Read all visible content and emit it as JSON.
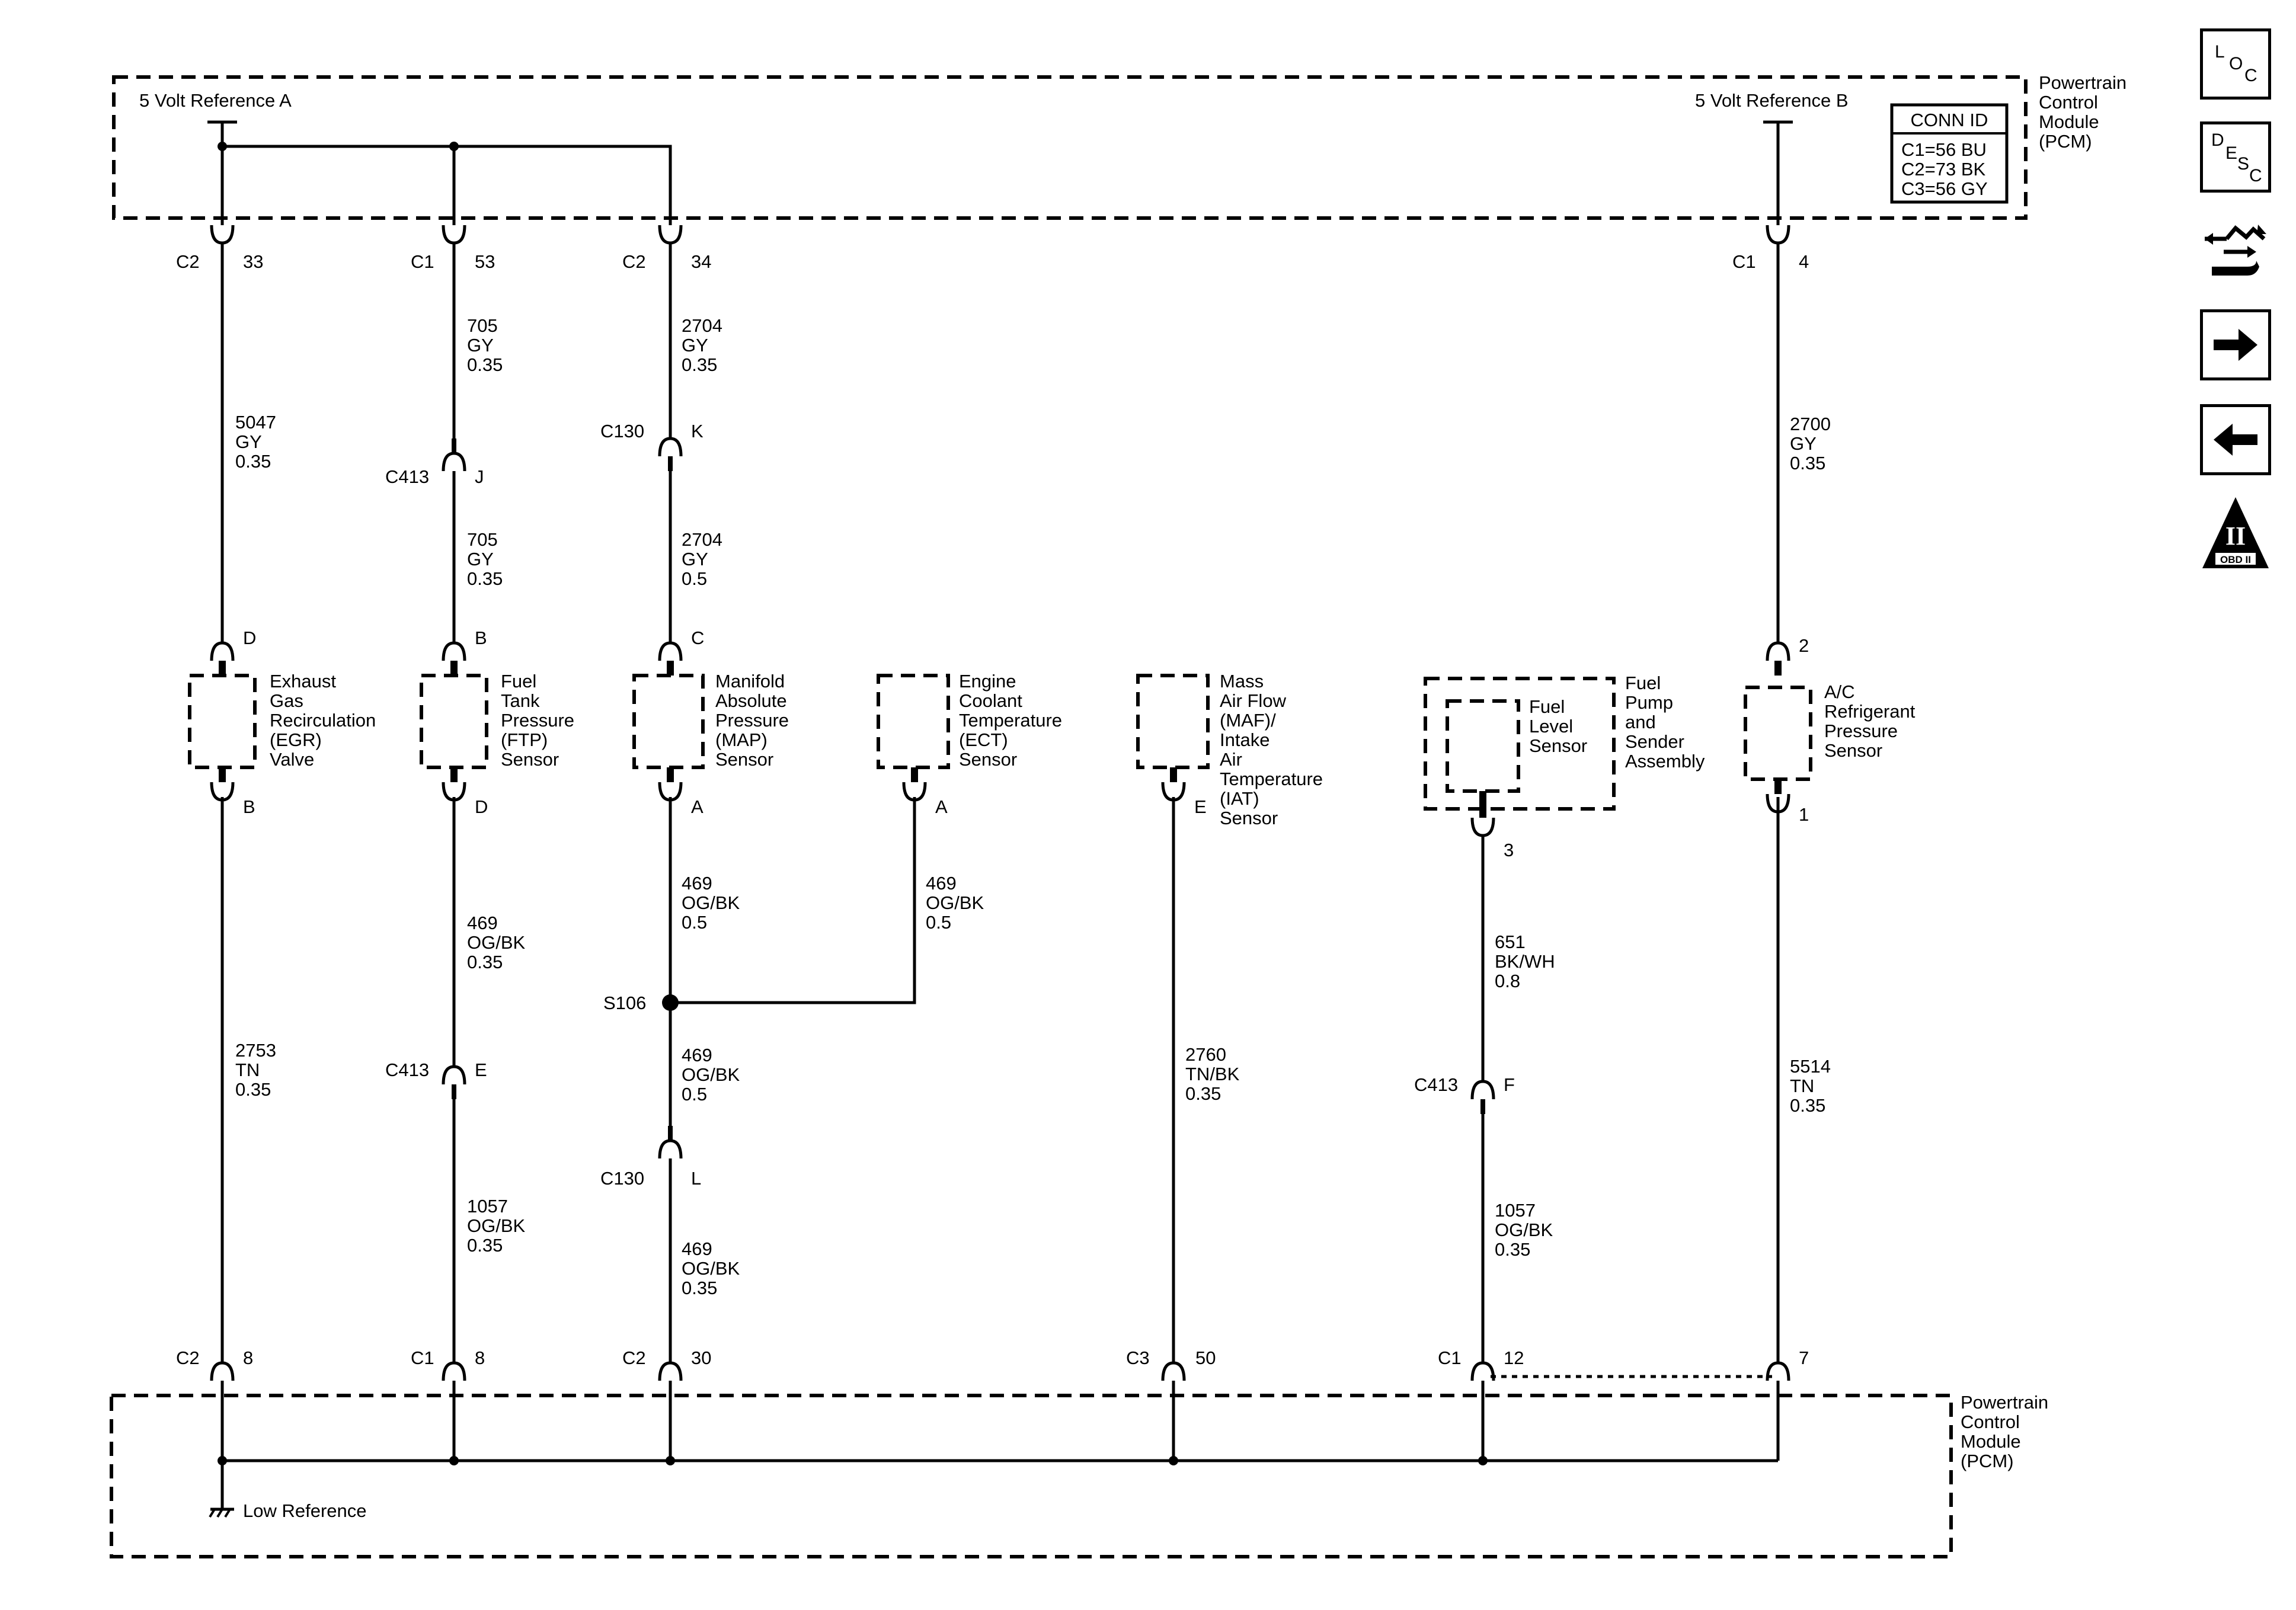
{
  "pcm_top": {
    "name": [
      "Powertrain",
      "Control",
      "Module",
      "(PCM)"
    ],
    "ref_a": "5 Volt Reference A",
    "ref_b": "5 Volt Reference B",
    "conn_id": {
      "title": "CONN ID",
      "rows": [
        "C1=56 BU",
        "C2=73 BK",
        "C3=56 GY"
      ]
    }
  },
  "pcm_bottom": {
    "name": [
      "Powertrain",
      "Control",
      "Module",
      "(PCM)"
    ],
    "low_ref": "Low Reference"
  },
  "top_pins": [
    {
      "conn": "C2",
      "pin": "33"
    },
    {
      "conn": "C1",
      "pin": "53"
    },
    {
      "conn": "C2",
      "pin": "34"
    },
    {
      "conn": "C1",
      "pin": "4"
    }
  ],
  "bottom_pins": [
    {
      "conn": "C2",
      "pin": "8"
    },
    {
      "conn": "C1",
      "pin": "8"
    },
    {
      "conn": "C2",
      "pin": "30"
    },
    {
      "conn": "C3",
      "pin": "50"
    },
    {
      "conn": "C1",
      "pin": "12"
    },
    {
      "conn": "",
      "pin": "7"
    }
  ],
  "wires": [
    [
      "5047",
      "GY",
      "0.35"
    ],
    [
      "705",
      "GY",
      "0.35"
    ],
    [
      "705",
      "GY",
      "0.35"
    ],
    [
      "2704",
      "GY",
      "0.35"
    ],
    [
      "2704",
      "GY",
      "0.5"
    ],
    [
      "2700",
      "GY",
      "0.35"
    ],
    [
      "2753",
      "TN",
      "0.35"
    ],
    [
      "469",
      "OG/BK",
      "0.35"
    ],
    [
      "1057",
      "OG/BK",
      "0.35"
    ],
    [
      "469",
      "OG/BK",
      "0.5"
    ],
    [
      "469",
      "OG/BK",
      "0.5"
    ],
    [
      "469",
      "OG/BK",
      "0.5"
    ],
    [
      "469",
      "OG/BK",
      "0.35"
    ],
    [
      "2760",
      "TN/BK",
      "0.35"
    ],
    [
      "651",
      "BK/WH",
      "0.8"
    ],
    [
      "1057",
      "OG/BK",
      "0.35"
    ],
    [
      "5514",
      "TN",
      "0.35"
    ]
  ],
  "inline_connectors": [
    {
      "conn": "C413",
      "pin": "J"
    },
    {
      "conn": "C130",
      "pin": "K"
    },
    {
      "conn": "C413",
      "pin": "E"
    },
    {
      "conn": "C130",
      "pin": "L"
    },
    {
      "conn": "C413",
      "pin": "F"
    }
  ],
  "splice": "S106",
  "components": [
    {
      "label": [
        "Exhaust",
        "Gas",
        "Recirculation",
        "(EGR)",
        "Valve"
      ],
      "pin_top": "D",
      "pin_bottom": "B"
    },
    {
      "label": [
        "Fuel",
        "Tank",
        "Pressure",
        "(FTP)",
        "Sensor"
      ],
      "pin_top": "B",
      "pin_bottom": "D"
    },
    {
      "label": [
        "Manifold",
        "Absolute",
        "Pressure",
        "(MAP)",
        "Sensor"
      ],
      "pin_top": "C",
      "pin_bottom": "A"
    },
    {
      "label": [
        "Engine",
        "Coolant",
        "Temperature",
        "(ECT)",
        "Sensor"
      ],
      "pin_top": "",
      "pin_bottom": "A"
    },
    {
      "label": [
        "Mass",
        "Air Flow",
        "(MAF)/",
        "Intake",
        "Air",
        "Temperature",
        "(IAT)",
        "Sensor"
      ],
      "pin_top": "",
      "pin_bottom": "E"
    },
    {
      "label": [
        "Fuel",
        "Pump",
        "and",
        "Sender",
        "Assembly"
      ],
      "inner": [
        "Fuel",
        "Level",
        "Sensor"
      ],
      "pin_top": "",
      "pin_bottom": "3"
    },
    {
      "label": [
        "A/C",
        "Refrigerant",
        "Pressure",
        "Sensor"
      ],
      "pin_top": "2",
      "pin_bottom": "1"
    }
  ],
  "nav": {
    "loc": [
      "L",
      "O",
      "C"
    ],
    "desc": [
      "D",
      "E",
      "S",
      "C"
    ],
    "obd": [
      "II",
      "OBD II"
    ],
    "icons": [
      "loc-icon",
      "desc-icon",
      "schematic-swap-icon",
      "next-arrow-icon",
      "previous-arrow-icon",
      "obd-ii-icon"
    ]
  }
}
